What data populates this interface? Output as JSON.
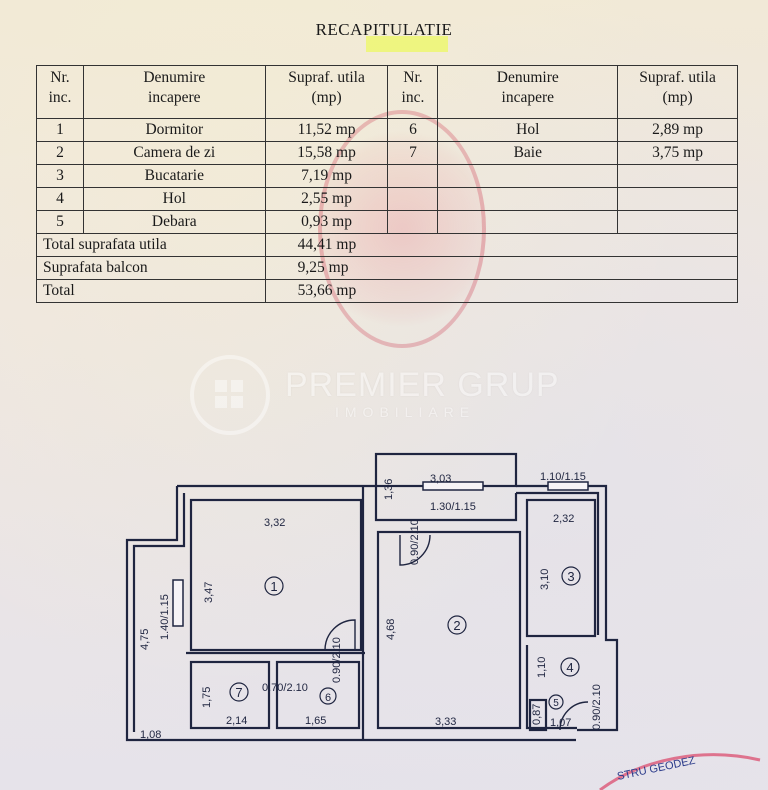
{
  "title": "RECAPITULATIE",
  "headers": {
    "nr": "Nr.",
    "inc": "inc.",
    "denumire": "Denumire",
    "incapere": "incapere",
    "supraf": "Supraf. utila",
    "mp": "(mp)"
  },
  "rows_left": [
    {
      "nr": "1",
      "name": "Dormitor",
      "area": "11,52 mp"
    },
    {
      "nr": "2",
      "name": "Camera de zi",
      "area": "15,58 mp"
    },
    {
      "nr": "3",
      "name": "Bucatarie",
      "area": "7,19 mp"
    },
    {
      "nr": "4",
      "name": "Hol",
      "area": "2,55 mp"
    },
    {
      "nr": "5",
      "name": "Debara",
      "area": "0,93 mp"
    }
  ],
  "rows_right": [
    {
      "nr": "6",
      "name": "Hol",
      "area": "2,89 mp"
    },
    {
      "nr": "7",
      "name": "Baie",
      "area": "3,75 mp"
    }
  ],
  "totals": [
    {
      "label": "Total suprafata utila",
      "value": "44,41 mp"
    },
    {
      "label": "Suprafata balcon",
      "value": "9,25 mp"
    },
    {
      "label": "Total",
      "value": "53,66 mp"
    }
  ],
  "watermark": {
    "name": "PREMIER GRUP",
    "sub": "IMOBILIARE"
  },
  "plan": {
    "dims": {
      "balcony_w": "3,03",
      "balcony_h": "1,36",
      "window_living": "1.30/1.15",
      "window_kitchen": "1.10/1.15",
      "bed_w": "3,32",
      "bed_h": "3,47",
      "bed_window": "1.40/1.15",
      "total_h": "4,75",
      "door_living": "0.90/2.10",
      "door_bed": "0.90/2.10",
      "living_h": "4,68",
      "living_w": "3,33",
      "kitchen_w": "2,32",
      "kitchen_h": "3,10",
      "hall_h": "1,10",
      "door_hall": "0.90/2.10",
      "bath_door": "0.70/2.10",
      "bath_h": "1,75",
      "bath_w": "2,14",
      "hall6_w": "1,65",
      "pantry_w": "0,87",
      "hall4_w": "1,07",
      "wall_left": "1,08"
    },
    "rooms": [
      "1",
      "2",
      "3",
      "4",
      "5",
      "6",
      "7"
    ],
    "stamp_text": "STRU GEODEZ"
  },
  "colors": {
    "ink": "#1f2540",
    "stamp": "#d82850",
    "highlight": "#eef86a"
  }
}
